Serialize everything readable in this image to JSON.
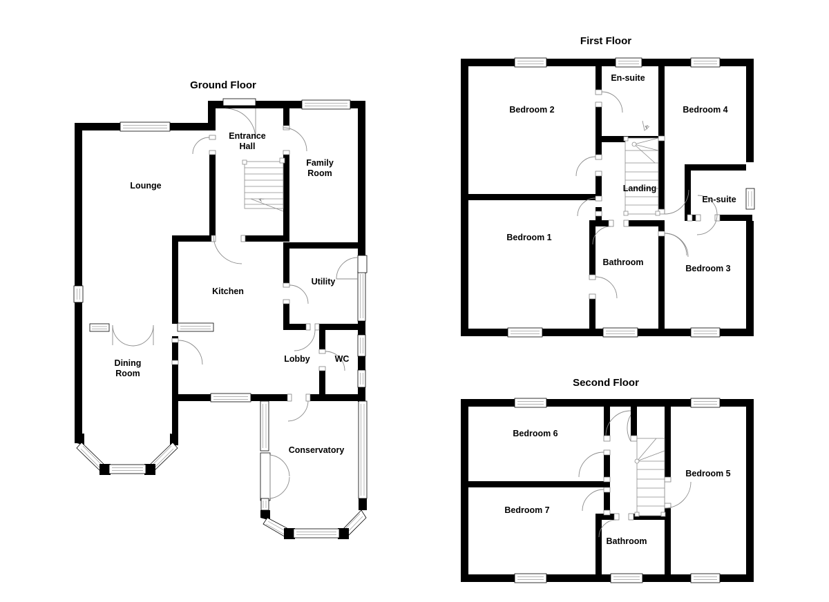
{
  "document": {
    "type": "residential-floor-plan",
    "background_color": "#ffffff",
    "wall_color": "#000000",
    "floor_count": 3
  },
  "floors": [
    {
      "id": "ground",
      "title": "Ground Floor",
      "rooms": [
        {
          "name": "Lounge",
          "label": "Lounge"
        },
        {
          "name": "Entrance Hall",
          "label_line1": "Entrance",
          "label_line2": "Hall"
        },
        {
          "name": "Family Room",
          "label_line1": "Family",
          "label_line2": "Room"
        },
        {
          "name": "Kitchen",
          "label": "Kitchen"
        },
        {
          "name": "Utility",
          "label": "Utility"
        },
        {
          "name": "Dining Room",
          "label_line1": "Dining",
          "label_line2": "Room"
        },
        {
          "name": "Lobby",
          "label": "Lobby"
        },
        {
          "name": "WC",
          "label": "WC"
        },
        {
          "name": "Conservatory",
          "label": "Conservatory"
        }
      ],
      "features": {
        "staircase": "up-stair-in-entrance-hall",
        "bay_windows": [
          "dining-room-bay",
          "conservatory-bay"
        ],
        "entrance_door": "front-door-top"
      }
    },
    {
      "id": "first",
      "title": "First Floor",
      "rooms": [
        {
          "name": "Bedroom 2",
          "label": "Bedroom 2"
        },
        {
          "name": "En-suite (Bedroom 2)",
          "label": "En-suite"
        },
        {
          "name": "Bedroom 4",
          "label": "Bedroom 4"
        },
        {
          "name": "Bedroom 1",
          "label": "Bedroom 1"
        },
        {
          "name": "Landing",
          "label": "Landing"
        },
        {
          "name": "En-suite (Bedroom 3)",
          "label": "En-suite"
        },
        {
          "name": "Bathroom",
          "label": "Bathroom"
        },
        {
          "name": "Bedroom 3",
          "label": "Bedroom 3"
        }
      ],
      "features": {
        "staircase": "winder-stair-at-landing"
      }
    },
    {
      "id": "second",
      "title": "Second Floor",
      "rooms": [
        {
          "name": "Bedroom 6",
          "label": "Bedroom 6"
        },
        {
          "name": "Bedroom 5",
          "label": "Bedroom 5"
        },
        {
          "name": "Bedroom 7",
          "label": "Bedroom 7"
        },
        {
          "name": "Bathroom",
          "label": "Bathroom"
        }
      ],
      "features": {
        "staircase": "winder-stair-central"
      }
    }
  ],
  "labels": {
    "ground_title": "Ground Floor",
    "first_title": "First Floor",
    "second_title": "Second Floor",
    "lounge": "Lounge",
    "entrance_hall_l1": "Entrance",
    "entrance_hall_l2": "Hall",
    "family_room_l1": "Family",
    "family_room_l2": "Room",
    "kitchen": "Kitchen",
    "utility": "Utility",
    "dining_room_l1": "Dining",
    "dining_room_l2": "Room",
    "lobby": "Lobby",
    "wc": "WC",
    "conservatory": "Conservatory",
    "bedroom1": "Bedroom 1",
    "bedroom2": "Bedroom 2",
    "bedroom3": "Bedroom 3",
    "bedroom4": "Bedroom 4",
    "bedroom5": "Bedroom 5",
    "bedroom6": "Bedroom 6",
    "bedroom7": "Bedroom 7",
    "ensuite_a": "En-suite",
    "ensuite_b": "En-suite",
    "landing": "Landing",
    "bathroom_first": "Bathroom",
    "bathroom_second": "Bathroom"
  }
}
